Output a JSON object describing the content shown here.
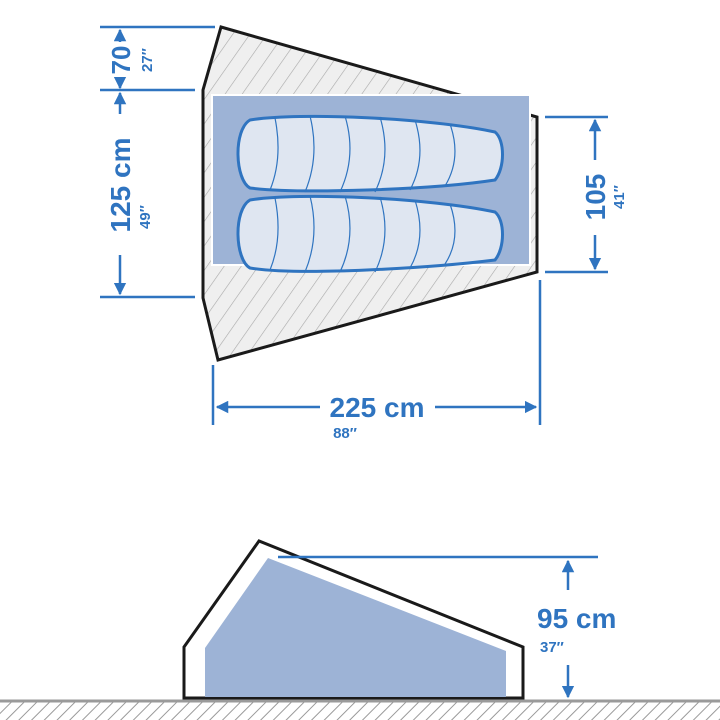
{
  "colors": {
    "dimension": "#2f74c0",
    "floor": "#9db3d6",
    "outline": "#1a1a1a",
    "hatch": "#c8c8c8",
    "bag": "#dfe6f1"
  },
  "top_view": {
    "vestibule_depth": {
      "cm": "70",
      "in": "27″"
    },
    "inner_width": {
      "cm": "125 cm",
      "in": "49″"
    },
    "foot_width": {
      "cm": "105",
      "in": "41″"
    },
    "length": {
      "cm": "225 cm",
      "in": "88″"
    }
  },
  "side_view": {
    "height": {
      "cm": "95 cm",
      "in": "37″"
    }
  }
}
